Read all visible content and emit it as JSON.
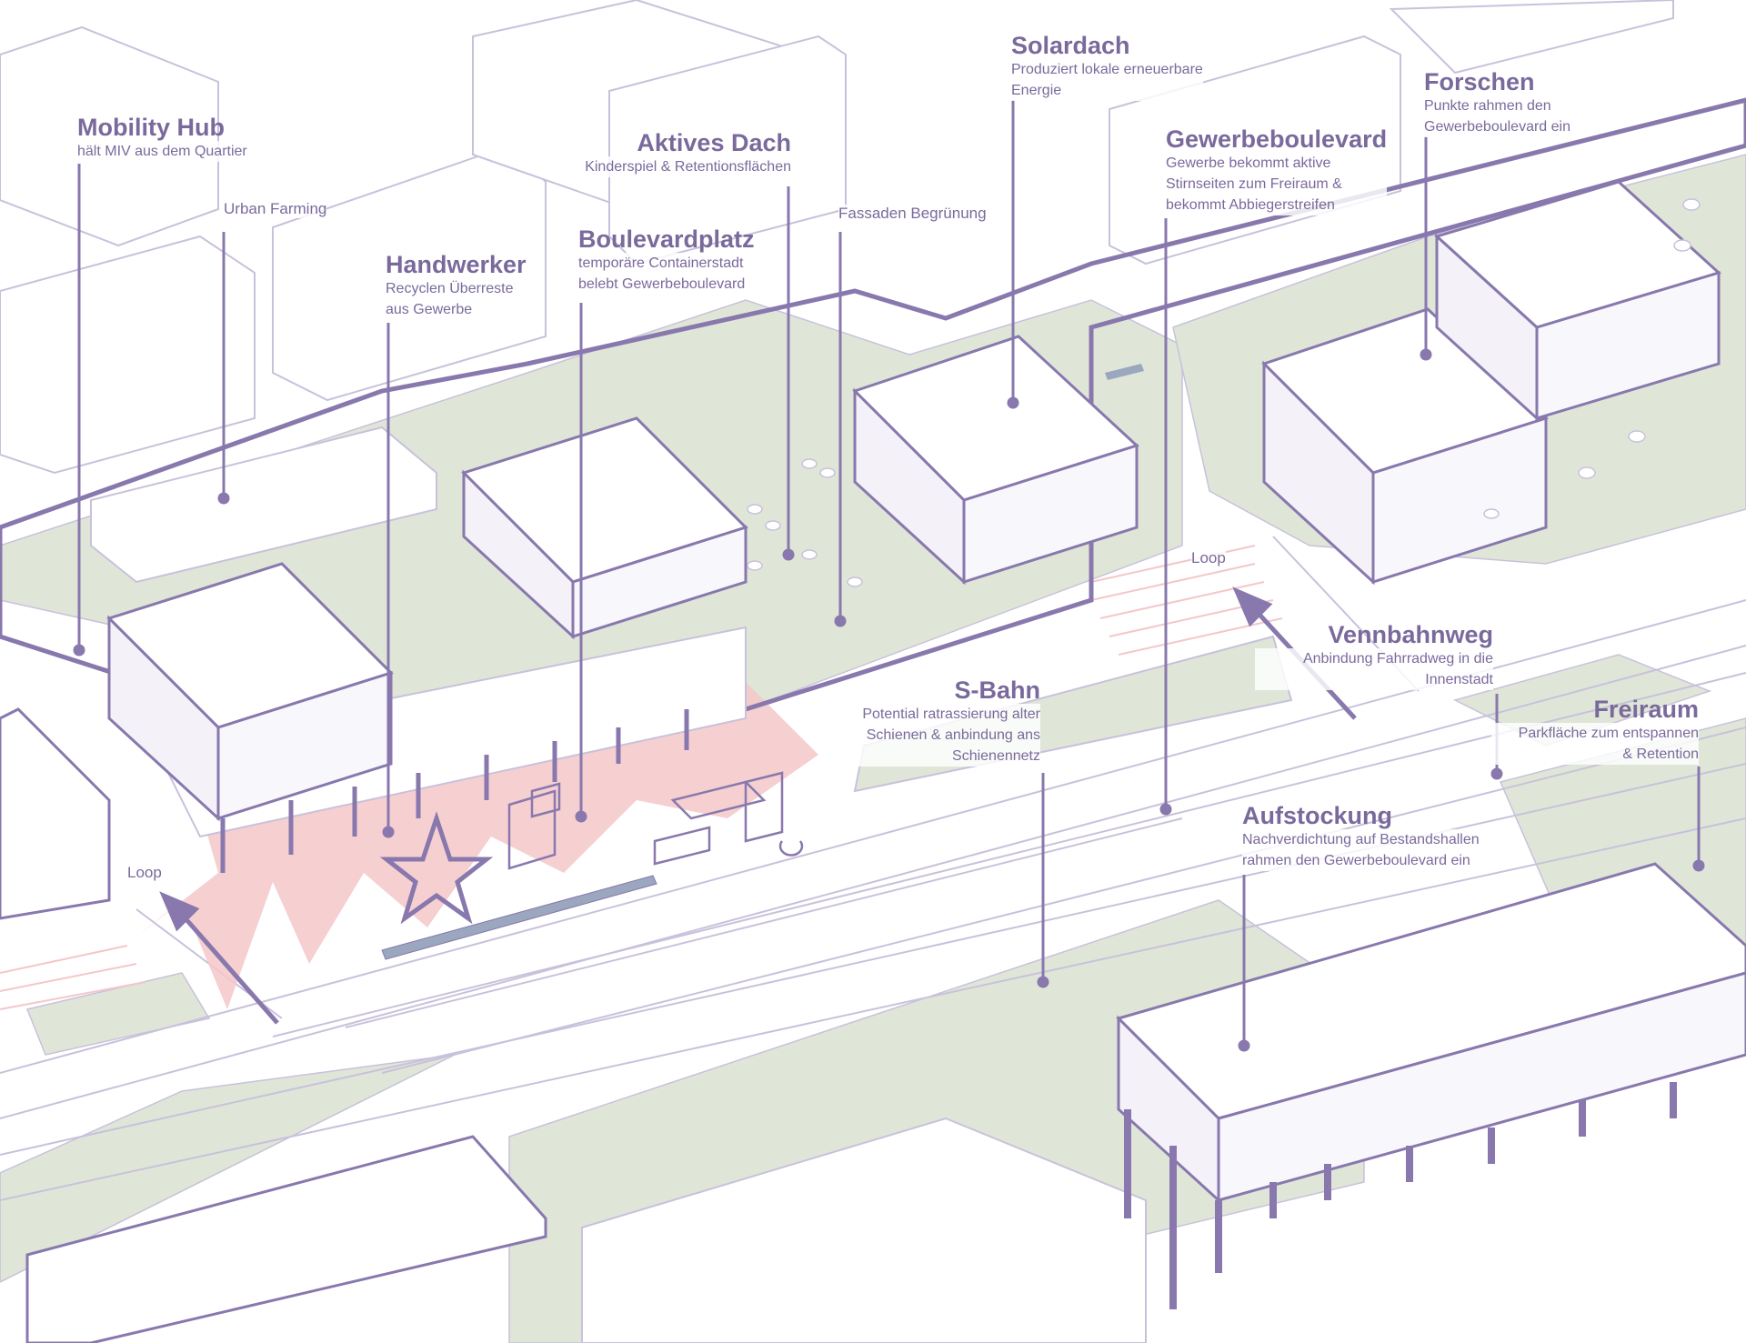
{
  "colors": {
    "accent": "#8878ad",
    "line": "#c9c1db",
    "green": "#dfe6d8",
    "pink": "#f4c7c9",
    "text": "#7a6a9c",
    "rail": "#9aa7bf"
  },
  "labels": [
    {
      "id": "mobility-hub",
      "title": "Mobility Hub",
      "desc": "hält MIV aus dem Quartier"
    },
    {
      "id": "urban-farming",
      "title": "",
      "desc": "Urban Farming"
    },
    {
      "id": "handwerker",
      "title": "Handwerker",
      "desc": "Recyclen Überreste\naus Gewerbe"
    },
    {
      "id": "boulevardplatz",
      "title": "Boulevardplatz",
      "desc": "temporäre Containerstadt\nbelebt Gewerbeboulevard"
    },
    {
      "id": "aktives-dach",
      "title": "Aktives Dach",
      "desc": "Kinderspiel & Retentionsflächen"
    },
    {
      "id": "fassaden",
      "title": "",
      "desc": "Fassaden Begrünung"
    },
    {
      "id": "solardach",
      "title": "Solardach",
      "desc": "Produziert lokale erneuerbare\nEnergie"
    },
    {
      "id": "gewerbeboulevard",
      "title": "Gewerbeboulevard",
      "desc": "Gewerbe bekommt aktive\nStirnseiten zum Freiraum &\nbekommt Abbiegerstreifen"
    },
    {
      "id": "forschen",
      "title": "Forschen",
      "desc": "Punkte rahmen den\nGewerbeboulevard ein"
    },
    {
      "id": "vennbahnweg",
      "title": "Vennbahnweg",
      "desc": "Anbindung Fahrradweg in die\nInnenstadt"
    },
    {
      "id": "s-bahn",
      "title": "S-Bahn",
      "desc": "Potential ratrassierung alter\nSchienen & anbindung ans\nSchienennetz"
    },
    {
      "id": "freiraum",
      "title": "Freiraum",
      "desc": "Parkfläche zum entspannen\n& Retention"
    },
    {
      "id": "aufstockung",
      "title": "Aufstockung",
      "desc": "Nachverdichtung auf Bestandshallen\nrahmen den Gewerbeboulevard ein"
    }
  ],
  "loops": [
    "Loop",
    "Loop"
  ]
}
